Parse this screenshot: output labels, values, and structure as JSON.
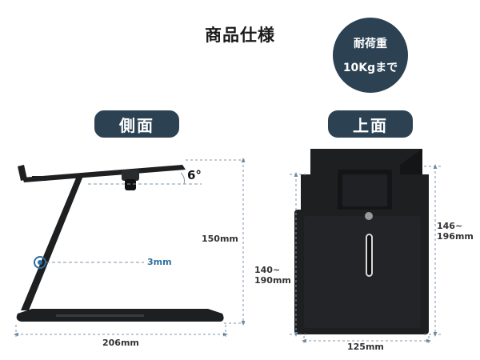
{
  "header": {
    "title": "商品仕様",
    "load_badge": {
      "line1": "耐荷重",
      "line2": "10Kgまで"
    }
  },
  "views": {
    "side": {
      "label": "側面",
      "angle": "6°",
      "height": "150mm",
      "thickness": "3mm",
      "depth": "206mm"
    },
    "top": {
      "label": "上面",
      "width": "125mm",
      "length_left_line1": "140~",
      "length_left_line2": "190mm",
      "length_right_line1": "146~",
      "length_right_line2": "196mm"
    }
  },
  "colors": {
    "badge_bg": "#2c4152",
    "product": "#1e1f21",
    "dimension_line": "#7f96aa",
    "accent": "#2e6f9e"
  }
}
